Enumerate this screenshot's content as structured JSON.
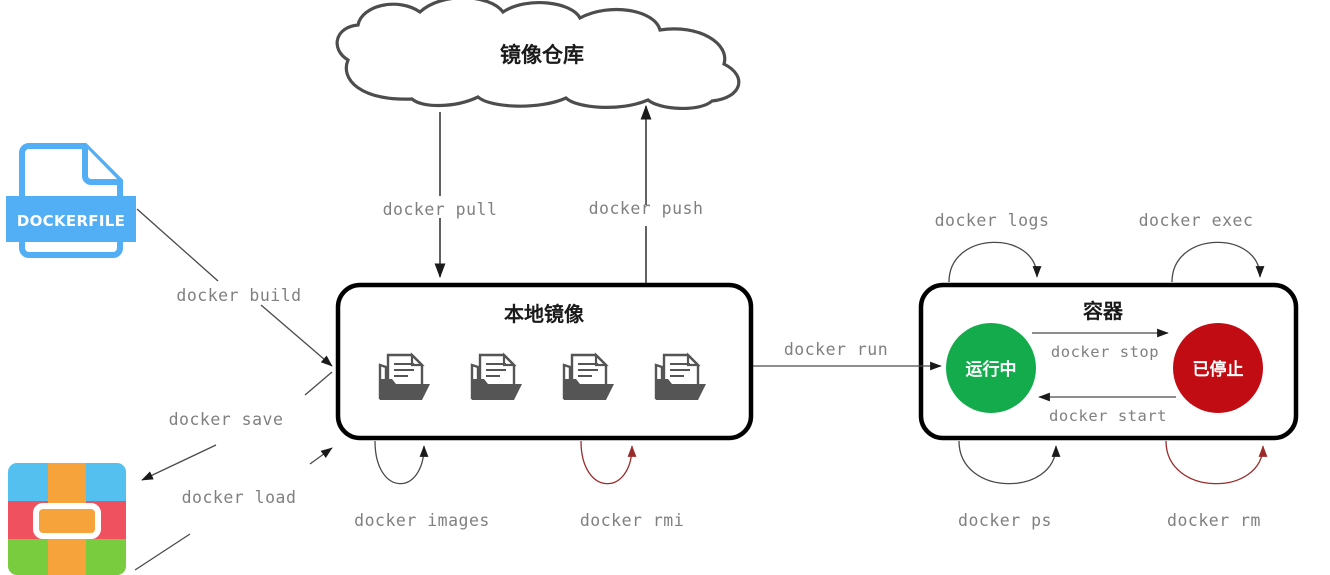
{
  "diagram": {
    "title": "Docker workflow diagram",
    "colors": {
      "running": "#14ab4c",
      "stopped": "#c20c14",
      "dockerfile_blue": "#52aef5",
      "archive_blue": "#54c0f0",
      "archive_red": "#f0515f",
      "archive_green": "#78cc3d",
      "archive_orange": "#f7a33c",
      "image_icon": "#555555",
      "command_text": "#808080",
      "box_stroke": "#000000",
      "cloud_stroke": "#4d4d4d",
      "arrow_red": "#9c2b2b"
    },
    "nodes": {
      "registry": {
        "label": "镜像仓库",
        "shape": "cloud"
      },
      "local_images": {
        "label": "本地镜像",
        "shape": "rounded-box",
        "icon_count": 4,
        "icon_name": "image-folder-icon"
      },
      "container": {
        "label": "容器",
        "shape": "rounded-box"
      },
      "state_running": {
        "label": "运行中",
        "shape": "circle"
      },
      "state_stopped": {
        "label": "已停止",
        "shape": "circle"
      },
      "dockerfile": {
        "label": "DOCKERFILE",
        "shape": "file-icon"
      },
      "archive": {
        "label": "",
        "shape": "package-icon"
      }
    },
    "edges": [
      {
        "id": "pull",
        "label": "docker pull",
        "from": "registry",
        "to": "local_images",
        "style": "solid"
      },
      {
        "id": "push",
        "label": "docker push",
        "from": "local_images",
        "to": "registry",
        "style": "solid"
      },
      {
        "id": "build",
        "label": "docker build",
        "from": "dockerfile",
        "to": "local_images",
        "style": "solid"
      },
      {
        "id": "save",
        "label": "docker save",
        "from": "local_images",
        "to": "archive",
        "style": "solid"
      },
      {
        "id": "load",
        "label": "docker load",
        "from": "archive",
        "to": "local_images",
        "style": "solid"
      },
      {
        "id": "run",
        "label": "docker run",
        "from": "local_images",
        "to": "state_running",
        "style": "solid"
      },
      {
        "id": "images",
        "label": "docker images",
        "from": "local_images",
        "to": "local_images",
        "style": "self-loop-bottom"
      },
      {
        "id": "rmi",
        "label": "docker rmi",
        "from": "local_images",
        "to": "local_images",
        "style": "self-loop-bottom-red"
      },
      {
        "id": "logs",
        "label": "docker logs",
        "from": "container",
        "to": "container",
        "style": "self-loop-top"
      },
      {
        "id": "exec",
        "label": "docker exec",
        "from": "container",
        "to": "container",
        "style": "self-loop-top"
      },
      {
        "id": "ps",
        "label": "docker ps",
        "from": "container",
        "to": "container",
        "style": "self-loop-bottom"
      },
      {
        "id": "rm",
        "label": "docker rm",
        "from": "container",
        "to": "container",
        "style": "self-loop-bottom-red"
      },
      {
        "id": "stop",
        "label": "docker stop",
        "from": "state_running",
        "to": "state_stopped",
        "style": "solid"
      },
      {
        "id": "start",
        "label": "docker start",
        "from": "state_stopped",
        "to": "state_running",
        "style": "solid"
      }
    ]
  }
}
